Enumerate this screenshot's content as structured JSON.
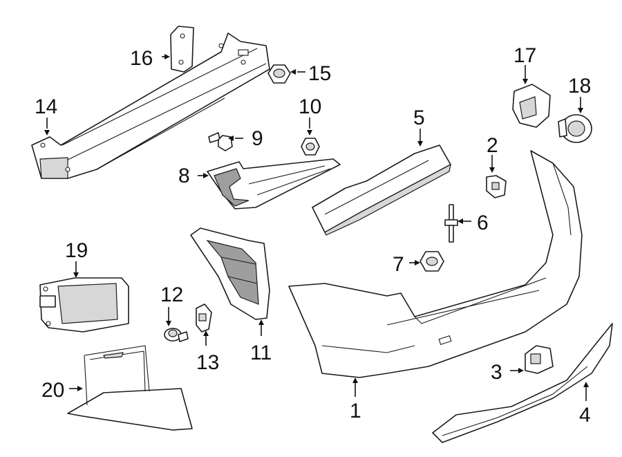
{
  "callouts": {
    "p1": "1",
    "p2": "2",
    "p3": "3",
    "p4": "4",
    "p5": "5",
    "p6": "6",
    "p7": "7",
    "p8": "8",
    "p9": "9",
    "p10": "10",
    "p11": "11",
    "p12": "12",
    "p13": "13",
    "p14": "14",
    "p15": "15",
    "p16": "16",
    "p17": "17",
    "p18": "18",
    "p19": "19",
    "p20": "20"
  }
}
